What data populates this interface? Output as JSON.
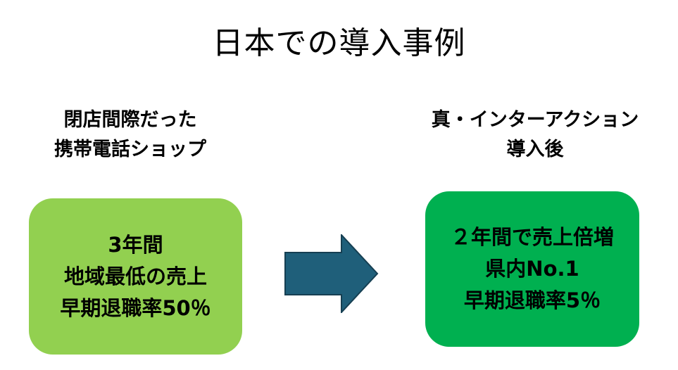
{
  "title": "日本での導入事例",
  "before": {
    "heading": [
      "閉店間際だった",
      "携帯電話ショップ"
    ],
    "lines": [
      "3年間",
      "地域最低の売上",
      "早期退職率50％"
    ],
    "color": "#92d050"
  },
  "arrow": {
    "icon": "right-arrow-icon",
    "color": "#1f5f7a"
  },
  "after": {
    "heading": [
      "真・インターアクション",
      "導入後"
    ],
    "lines": [
      "２年間で売上倍増",
      "県内No.1",
      "早期退職率5％"
    ],
    "color": "#00b050"
  }
}
